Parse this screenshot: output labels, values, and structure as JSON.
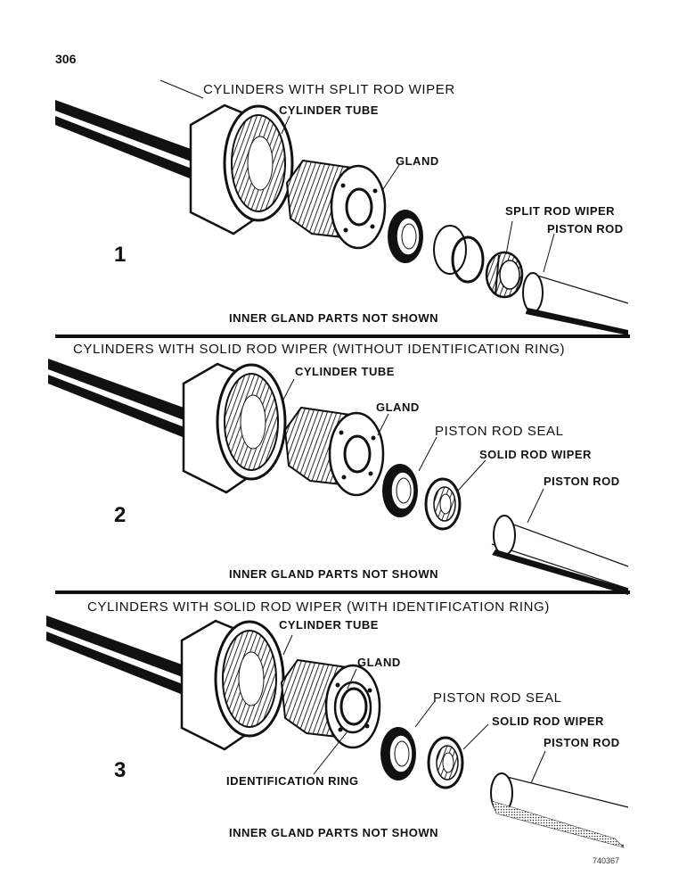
{
  "page_number": "306",
  "figure_id": "740367",
  "panels": [
    {
      "number": "1",
      "title": "CYLINDERS WITH SPLIT ROD WIPER",
      "footer": "INNER GLAND PARTS NOT SHOWN",
      "labels": {
        "cylinder_tube": "CYLINDER TUBE",
        "gland": "GLAND",
        "split_rod_wiper": "SPLIT ROD WIPER",
        "piston_rod": "PISTON ROD"
      }
    },
    {
      "number": "2",
      "title": "CYLINDERS WITH SOLID ROD WIPER (WITHOUT IDENTIFICATION RING)",
      "footer": "INNER GLAND PARTS NOT SHOWN",
      "labels": {
        "cylinder_tube": "CYLINDER TUBE",
        "gland": "GLAND",
        "piston_rod_seal": "PISTON ROD SEAL",
        "solid_rod_wiper": "SOLID ROD WIPER",
        "piston_rod": "PISTON ROD"
      }
    },
    {
      "number": "3",
      "title": "CYLINDERS WITH SOLID ROD WIPER (WITH IDENTIFICATION RING)",
      "footer": "INNER GLAND PARTS NOT SHOWN",
      "labels": {
        "cylinder_tube": "CYLINDER TUBE",
        "gland": "GLAND",
        "piston_rod_seal": "PISTON ROD SEAL",
        "solid_rod_wiper": "SOLID ROD WIPER",
        "piston_rod": "PISTON ROD",
        "identification_ring": "IDENTIFICATION RING"
      }
    }
  ]
}
